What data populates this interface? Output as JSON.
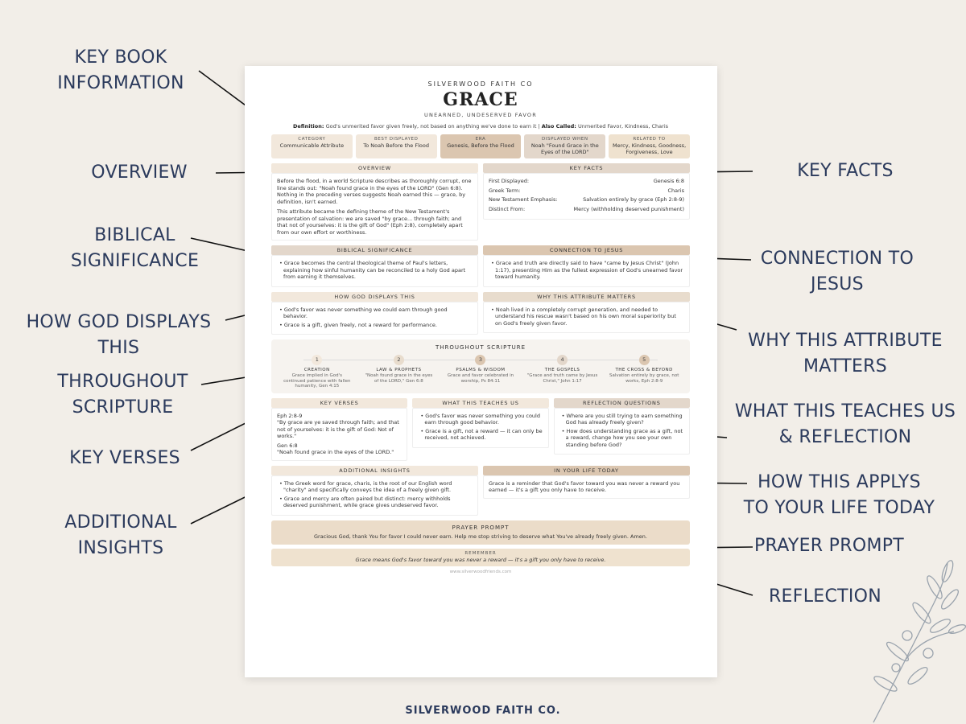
{
  "callouts": {
    "key_book_info": "KEY BOOK\nINFORMATION",
    "overview": "OVERVIEW",
    "biblical_significance": "BIBLICAL\nSIGNIFICANCE",
    "how_god_displays": "HOW GOD DISPLAYS\nTHIS",
    "throughout_scripture": "THROUGHOUT\nSCRIPTURE",
    "key_verses": "KEY VERSES",
    "additional_insights": "ADDITIONAL\nINSIGHTS",
    "key_facts": "KEY FACTS",
    "connection_to_jesus": "CONNECTION TO\nJESUS",
    "why_matters": "WHY THIS ATTRIBUTE\nMATTERS",
    "teaches_reflection": "WHAT THIS TEACHES US\n& REFLECTION",
    "applys": "HOW THIS APPLYS\nTO YOUR LIFE TODAY",
    "prayer_prompt": "PRAYER PROMPT",
    "reflection": "REFLECTION"
  },
  "footer_brand": "SILVERWOOD FAITH CO.",
  "sheet": {
    "brand": "SILVERWOOD FAITH CO",
    "title": "GRACE",
    "subtitle": "UNEARNED, UNDESERVED FAVOR",
    "definition_label": "Definition:",
    "definition_text": "God's unmerited favor given freely, not based on anything we've done to earn it",
    "separator": "|",
    "also_called_label": "Also Called:",
    "also_called_text": "Unmerited Favor, Kindness, Charis",
    "cards": [
      {
        "label": "CATEGORY",
        "value": "Communicable Attribute"
      },
      {
        "label": "BEST DISPLAYED",
        "value": "To Noah Before the Flood"
      },
      {
        "label": "ERA",
        "value": "Genesis, Before the Flood"
      },
      {
        "label": "DISPLAYED WHEN",
        "value": "Noah \"Found Grace in the Eyes of the LORD\""
      },
      {
        "label": "RELATED TO",
        "value": "Mercy, Kindness, Goodness, Forgiveness, Love"
      }
    ],
    "overview": {
      "header": "OVERVIEW",
      "p1": "Before the flood, in a world Scripture describes as thoroughly corrupt, one line stands out: \"Noah found grace in the eyes of the LORD\" (Gen 6:8). Nothing in the preceding verses suggests Noah earned this — grace, by definition, isn't earned.",
      "p2": "This attribute became the defining theme of the New Testament's presentation of salvation: we are saved \"by grace... through faith; and that not of yourselves: it is the gift of God\" (Eph 2:8), completely apart from our own effort or worthiness."
    },
    "key_facts": {
      "header": "KEY FACTS",
      "rows": [
        {
          "k": "First Displayed:",
          "v": "Genesis 6:8"
        },
        {
          "k": "Greek Term:",
          "v": "Charis"
        },
        {
          "k": "New Testament Emphasis:",
          "v": "Salvation entirely by grace (Eph 2:8-9)"
        },
        {
          "k": "Distinct From:",
          "v": "Mercy (withholding deserved punishment)"
        }
      ]
    },
    "biblical_significance": {
      "header": "BIBLICAL SIGNIFICANCE",
      "bullet": "• Grace becomes the central theological theme of Paul's letters, explaining how sinful humanity can be reconciled to a holy God apart from earning it themselves."
    },
    "connection": {
      "header": "CONNECTION TO JESUS",
      "bullet": "• Grace and truth are directly said to have \"came by Jesus Christ\" (John 1:17), presenting Him as the fullest expression of God's unearned favor toward humanity."
    },
    "how_displays": {
      "header": "HOW GOD DISPLAYS THIS",
      "b1": "• God's favor was never something we could earn through good behavior.",
      "b2": "• Grace is a gift, given freely, not a reward for performance."
    },
    "why_matters": {
      "header": "WHY THIS ATTRIBUTE MATTERS",
      "bullet": "• Noah lived in a completely corrupt generation, and needed to understand his rescue wasn't based on his own moral superiority but on God's freely given favor."
    },
    "timeline": {
      "title": "THROUGHOUT SCRIPTURE",
      "stages": [
        {
          "num": "1",
          "name": "CREATION",
          "desc": "Grace implied in God's continued patience with fallen humanity, Gen 4:15"
        },
        {
          "num": "2",
          "name": "LAW & PROPHETS",
          "desc": "\"Noah found grace in the eyes of the LORD,\" Gen 6:8"
        },
        {
          "num": "3",
          "name": "PSALMS & WISDOM",
          "desc": "Grace and favor celebrated in worship, Ps 84:11"
        },
        {
          "num": "4",
          "name": "THE GOSPELS",
          "desc": "\"Grace and truth came by Jesus Christ,\" John 1:17"
        },
        {
          "num": "5",
          "name": "THE CROSS & BEYOND",
          "desc": "Salvation entirely by grace, not works, Eph 2:8-9"
        }
      ]
    },
    "key_verses": {
      "header": "KEY VERSES",
      "ref1": "Eph 2:8-9",
      "text1": "\"By grace are ye saved through faith; and that not of yourselves: it is the gift of God: Not of works.\"",
      "ref2": "Gen 6:8",
      "text2": "\"Noah found grace in the eyes of the LORD.\""
    },
    "teaches": {
      "header": "WHAT THIS TEACHES US",
      "b1": "• God's favor was never something you could earn through good behavior.",
      "b2": "• Grace is a gift, not a reward — it can only be received, not achieved."
    },
    "reflection_q": {
      "header": "REFLECTION QUESTIONS",
      "b1": "• Where are you still trying to earn something God has already freely given?",
      "b2": "• How does understanding grace as a gift, not a reward, change how you see your own standing before God?"
    },
    "insights": {
      "header": "ADDITIONAL INSIGHTS",
      "b1": "• The Greek word for grace, charis, is the root of our English word \"charity\" and specifically conveys the idea of a freely given gift.",
      "b2": "• Grace and mercy are often paired but distinct: mercy withholds deserved punishment, while grace gives undeserved favor."
    },
    "life_today": {
      "header": "IN YOUR LIFE TODAY",
      "text": "Grace is a reminder that God's favor toward you was never a reward you earned — it's a gift you only have to receive."
    },
    "prayer": {
      "title": "PRAYER PROMPT",
      "text": "Gracious God, thank You for favor I could never earn. Help me stop striving to deserve what You've already freely given. Amen."
    },
    "remember": {
      "title": "REMEMBER",
      "text": "Grace means God's favor toward you was never a reward — it's a gift you only have to receive."
    },
    "website": "www.silverwoodfriends.com"
  },
  "colors": {
    "navy": "#2b3a5c",
    "background": "#f2eee8",
    "accent_tan": "#dbc6b0"
  }
}
